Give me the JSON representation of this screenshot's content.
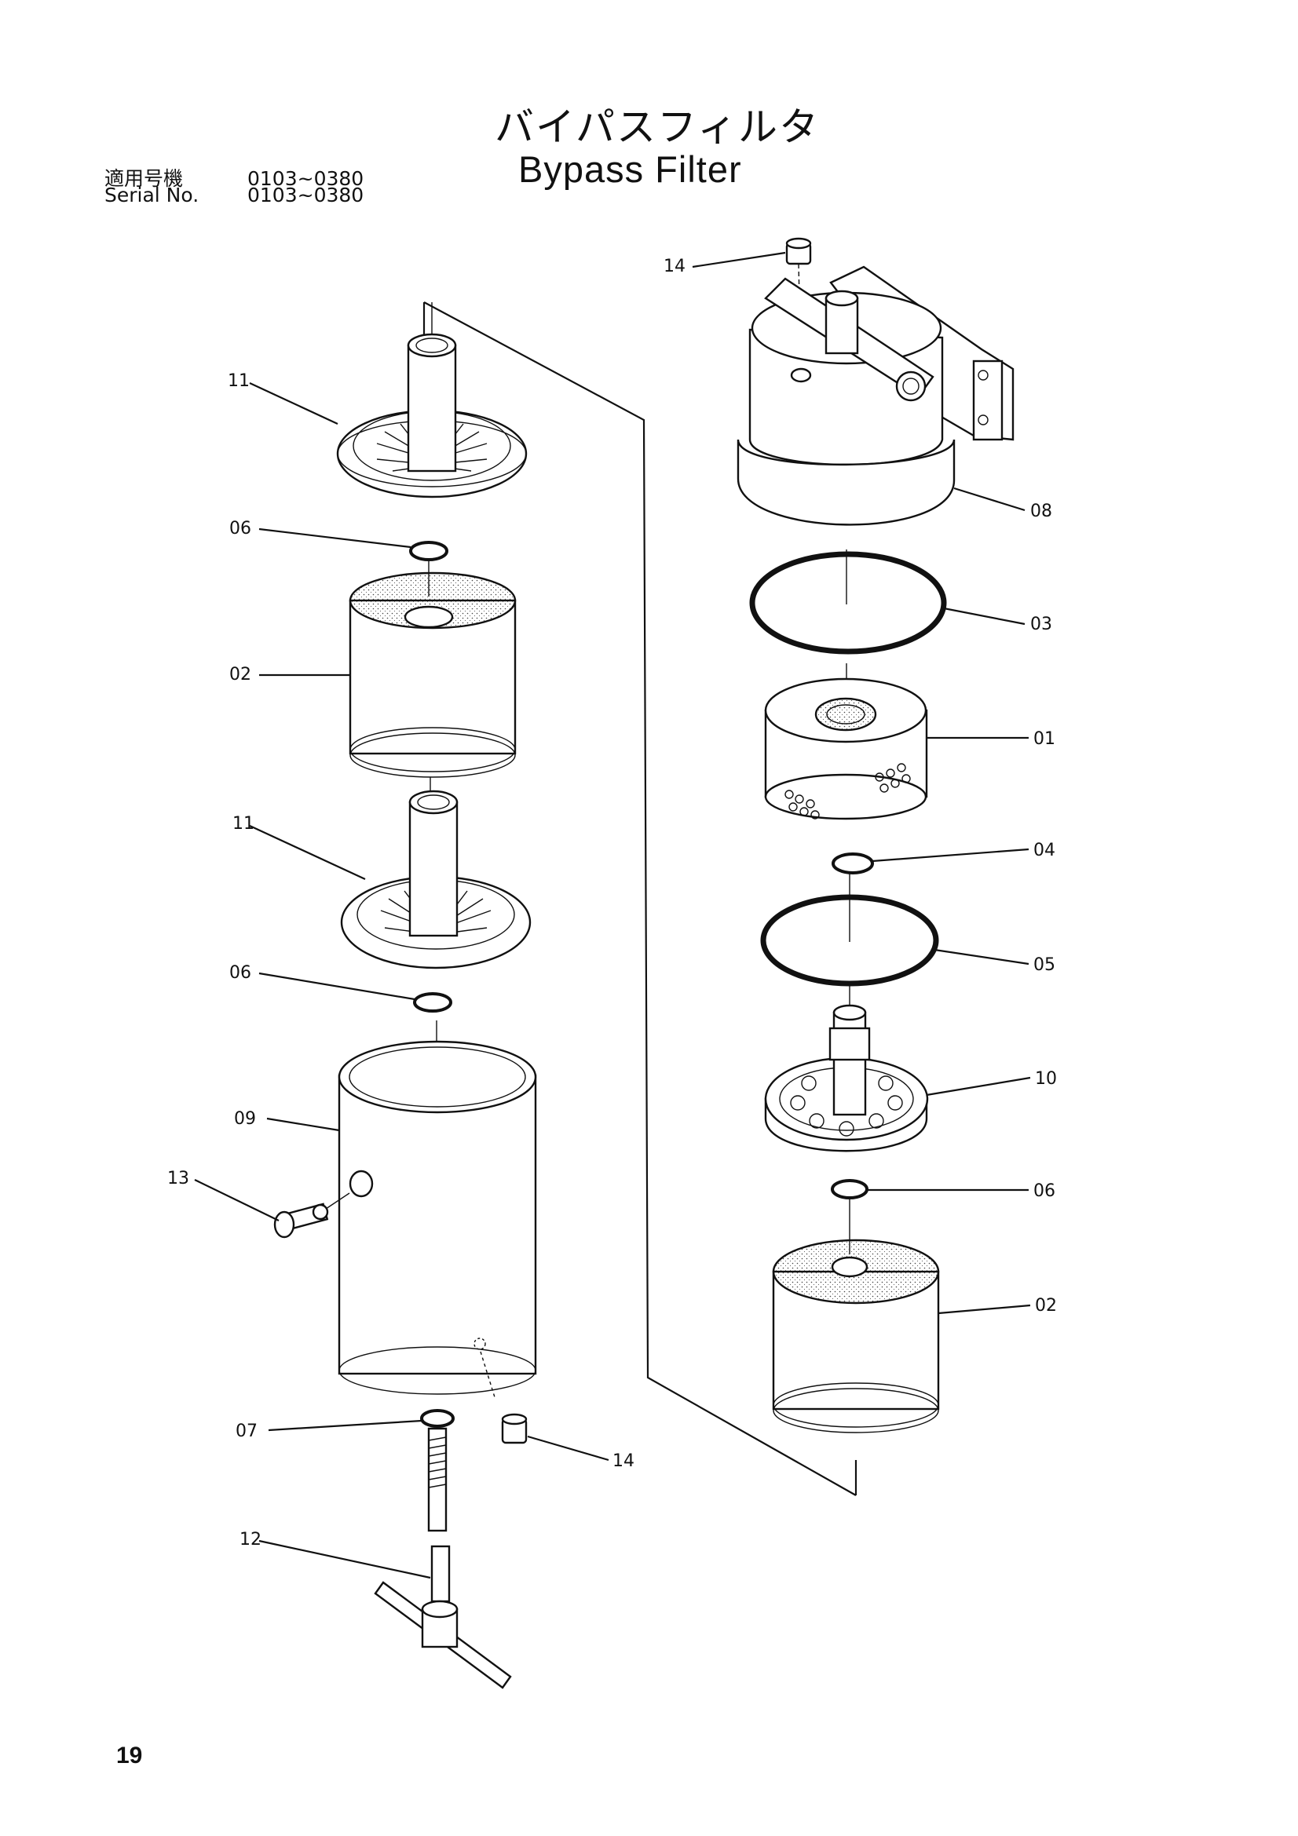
{
  "title": {
    "japanese": "バイパスフィルタ",
    "english": "Bypass Filter"
  },
  "serial": {
    "jp_label": "適用号機",
    "jp_value": "0103~0380",
    "en_label": "Serial No.",
    "en_value": "0103~0380"
  },
  "page_number": "19",
  "callouts": {
    "left_11_top": "11",
    "left_06_top": "06",
    "left_02": "02",
    "left_11_mid": "11",
    "left_06_mid": "06",
    "left_09": "09",
    "left_13": "13",
    "left_07": "07",
    "left_14": "14",
    "left_12": "12",
    "right_14": "14",
    "right_08": "08",
    "right_03": "03",
    "right_01": "01",
    "right_04": "04",
    "right_05": "05",
    "right_10": "10",
    "right_06": "06",
    "right_02": "02"
  }
}
